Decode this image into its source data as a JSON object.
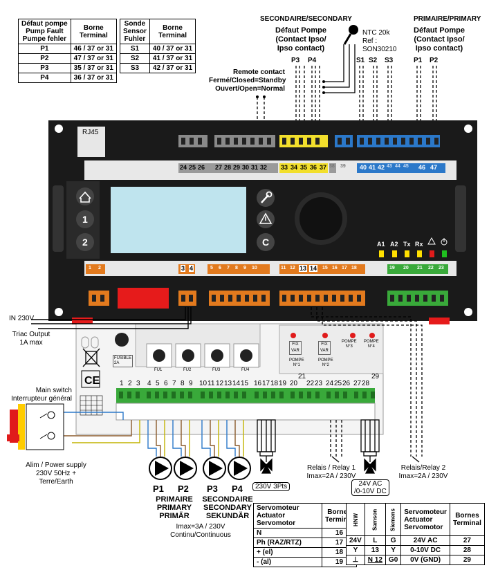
{
  "pump_table": {
    "header": [
      "Défaut pompe\nPump Fault\nPumpe fehler",
      "Borne\nTerminal"
    ],
    "rows": [
      [
        "P1",
        "46 / 37 or 31"
      ],
      [
        "P2",
        "47 / 37 or 31"
      ],
      [
        "P3",
        "35 / 37 or 31"
      ],
      [
        "P4",
        "36 / 37 or 31"
      ]
    ]
  },
  "sensor_table": {
    "header": [
      "Sonde\nSensor\nFuhler",
      "Borne\nTerminal"
    ],
    "rows": [
      [
        "S1",
        "40 / 37 or 31"
      ],
      [
        "S2",
        "41 / 37 or 31"
      ],
      [
        "S3",
        "42 / 37 or 31"
      ]
    ]
  },
  "top": {
    "secondary_title": "SECONDAIRE/SECONDARY",
    "secondary_fault": "Défaut Pompe\n(Contact Ipso/\nIpso contact)",
    "secondary_pumps": [
      "P3",
      "P4"
    ],
    "ntc": "NTC 20k\nRef :\nSON30210",
    "sensors": [
      "S1",
      "S2",
      "S3"
    ],
    "primary_title": "PRIMAIRE/PRIMARY",
    "primary_fault": "Défaut Pompe\n(Contact Ipso/\nIpso contact)",
    "primary_pumps": [
      "P1",
      "P2"
    ],
    "remote_contact": "Remote contact\nFermé/Closed=Standby\nOuvert/Open=Normal"
  },
  "controller": {
    "rj45": "RJ45",
    "top_terminals": [
      "24",
      "25",
      "26",
      "27",
      "28",
      "29",
      "30",
      "31",
      "32",
      "33",
      "34",
      "35",
      "36",
      "37",
      "38",
      "39",
      "40",
      "41",
      "42",
      "43",
      "44",
      "45",
      "46",
      "47"
    ],
    "bottom_terminals": [
      "1",
      "2",
      "3",
      "4",
      "5",
      "6",
      "7",
      "8",
      "9",
      "10",
      "11",
      "12",
      "13",
      "14",
      "15",
      "16",
      "17",
      "18",
      "19",
      "20",
      "21",
      "22",
      "23"
    ],
    "leds": [
      "A1",
      "A2",
      "Tx",
      "Rx"
    ],
    "buttons": [
      "1",
      "2",
      "C"
    ]
  },
  "power": {
    "in": "IN 230V",
    "triac": "Triac Output\n1A max",
    "main_switch": "Main switch\nInterrupteur général",
    "supply": "Alim / Power supply\n230V 50Hz +\nTerre/Earth"
  },
  "base": {
    "terminals": [
      "1",
      "2",
      "3",
      "4",
      "5",
      "6",
      "7",
      "8",
      "9",
      "10",
      "11",
      "12",
      "13",
      "14",
      "15",
      "16",
      "17",
      "18",
      "19",
      "20",
      "21",
      "22",
      "23",
      "24",
      "25",
      "26",
      "27",
      "28",
      "29"
    ],
    "fuses": [
      "FU1",
      "FU2",
      "FU3",
      "FU4"
    ],
    "fusible": "FUSIBLE\n2A",
    "module_labels": [
      "FIX\nVAR",
      "FIX\nVAR",
      "POMPE\nN°3",
      "POMPE\nN°4"
    ],
    "module_sub": [
      "POMPE\nN°1",
      "POMPE\nN°2"
    ]
  },
  "pumps": {
    "labels": [
      "P1",
      "P2",
      "P3",
      "P4"
    ],
    "primary": "PRIMAIRE\nPRIMARY\nPRIMÄR",
    "secondary": "SECONDAIRE\nSECONDARY\nSEKUNDÄR",
    "imax": "Imax=3A / 230V\nContinu/Continuous"
  },
  "relays": {
    "relay1": "Relais / Relay 1\nImax=2A / 230V",
    "relay2": "Relais/Relay 2\nImax=2A / 230V",
    "v3pts": "230V 3Pts",
    "v24": "24V AC\n/0-10V DC"
  },
  "servo_table1": {
    "header": [
      "Servomoteur\nActuator\nServomotor",
      "Bornes\nTerminal"
    ],
    "rows": [
      [
        "N",
        "16"
      ],
      [
        "Ph (RAZ/RTZ)",
        "17"
      ],
      [
        "+ (el)",
        "18"
      ],
      [
        "- (al)",
        "19"
      ]
    ]
  },
  "servo_table2": {
    "vert_headers": [
      "HNW",
      "Samson",
      "Siemens"
    ],
    "header": [
      "Servomoteur\nActuator\nServomotor",
      "Bornes\nTerminal"
    ],
    "rows": [
      [
        "24V",
        "L",
        "G",
        "24V AC",
        "27"
      ],
      [
        "Y",
        "13",
        "Y",
        "0-10V DC",
        "28"
      ],
      [
        "⊥",
        "N  12",
        "G0",
        "0V (GND)",
        "29"
      ]
    ]
  }
}
